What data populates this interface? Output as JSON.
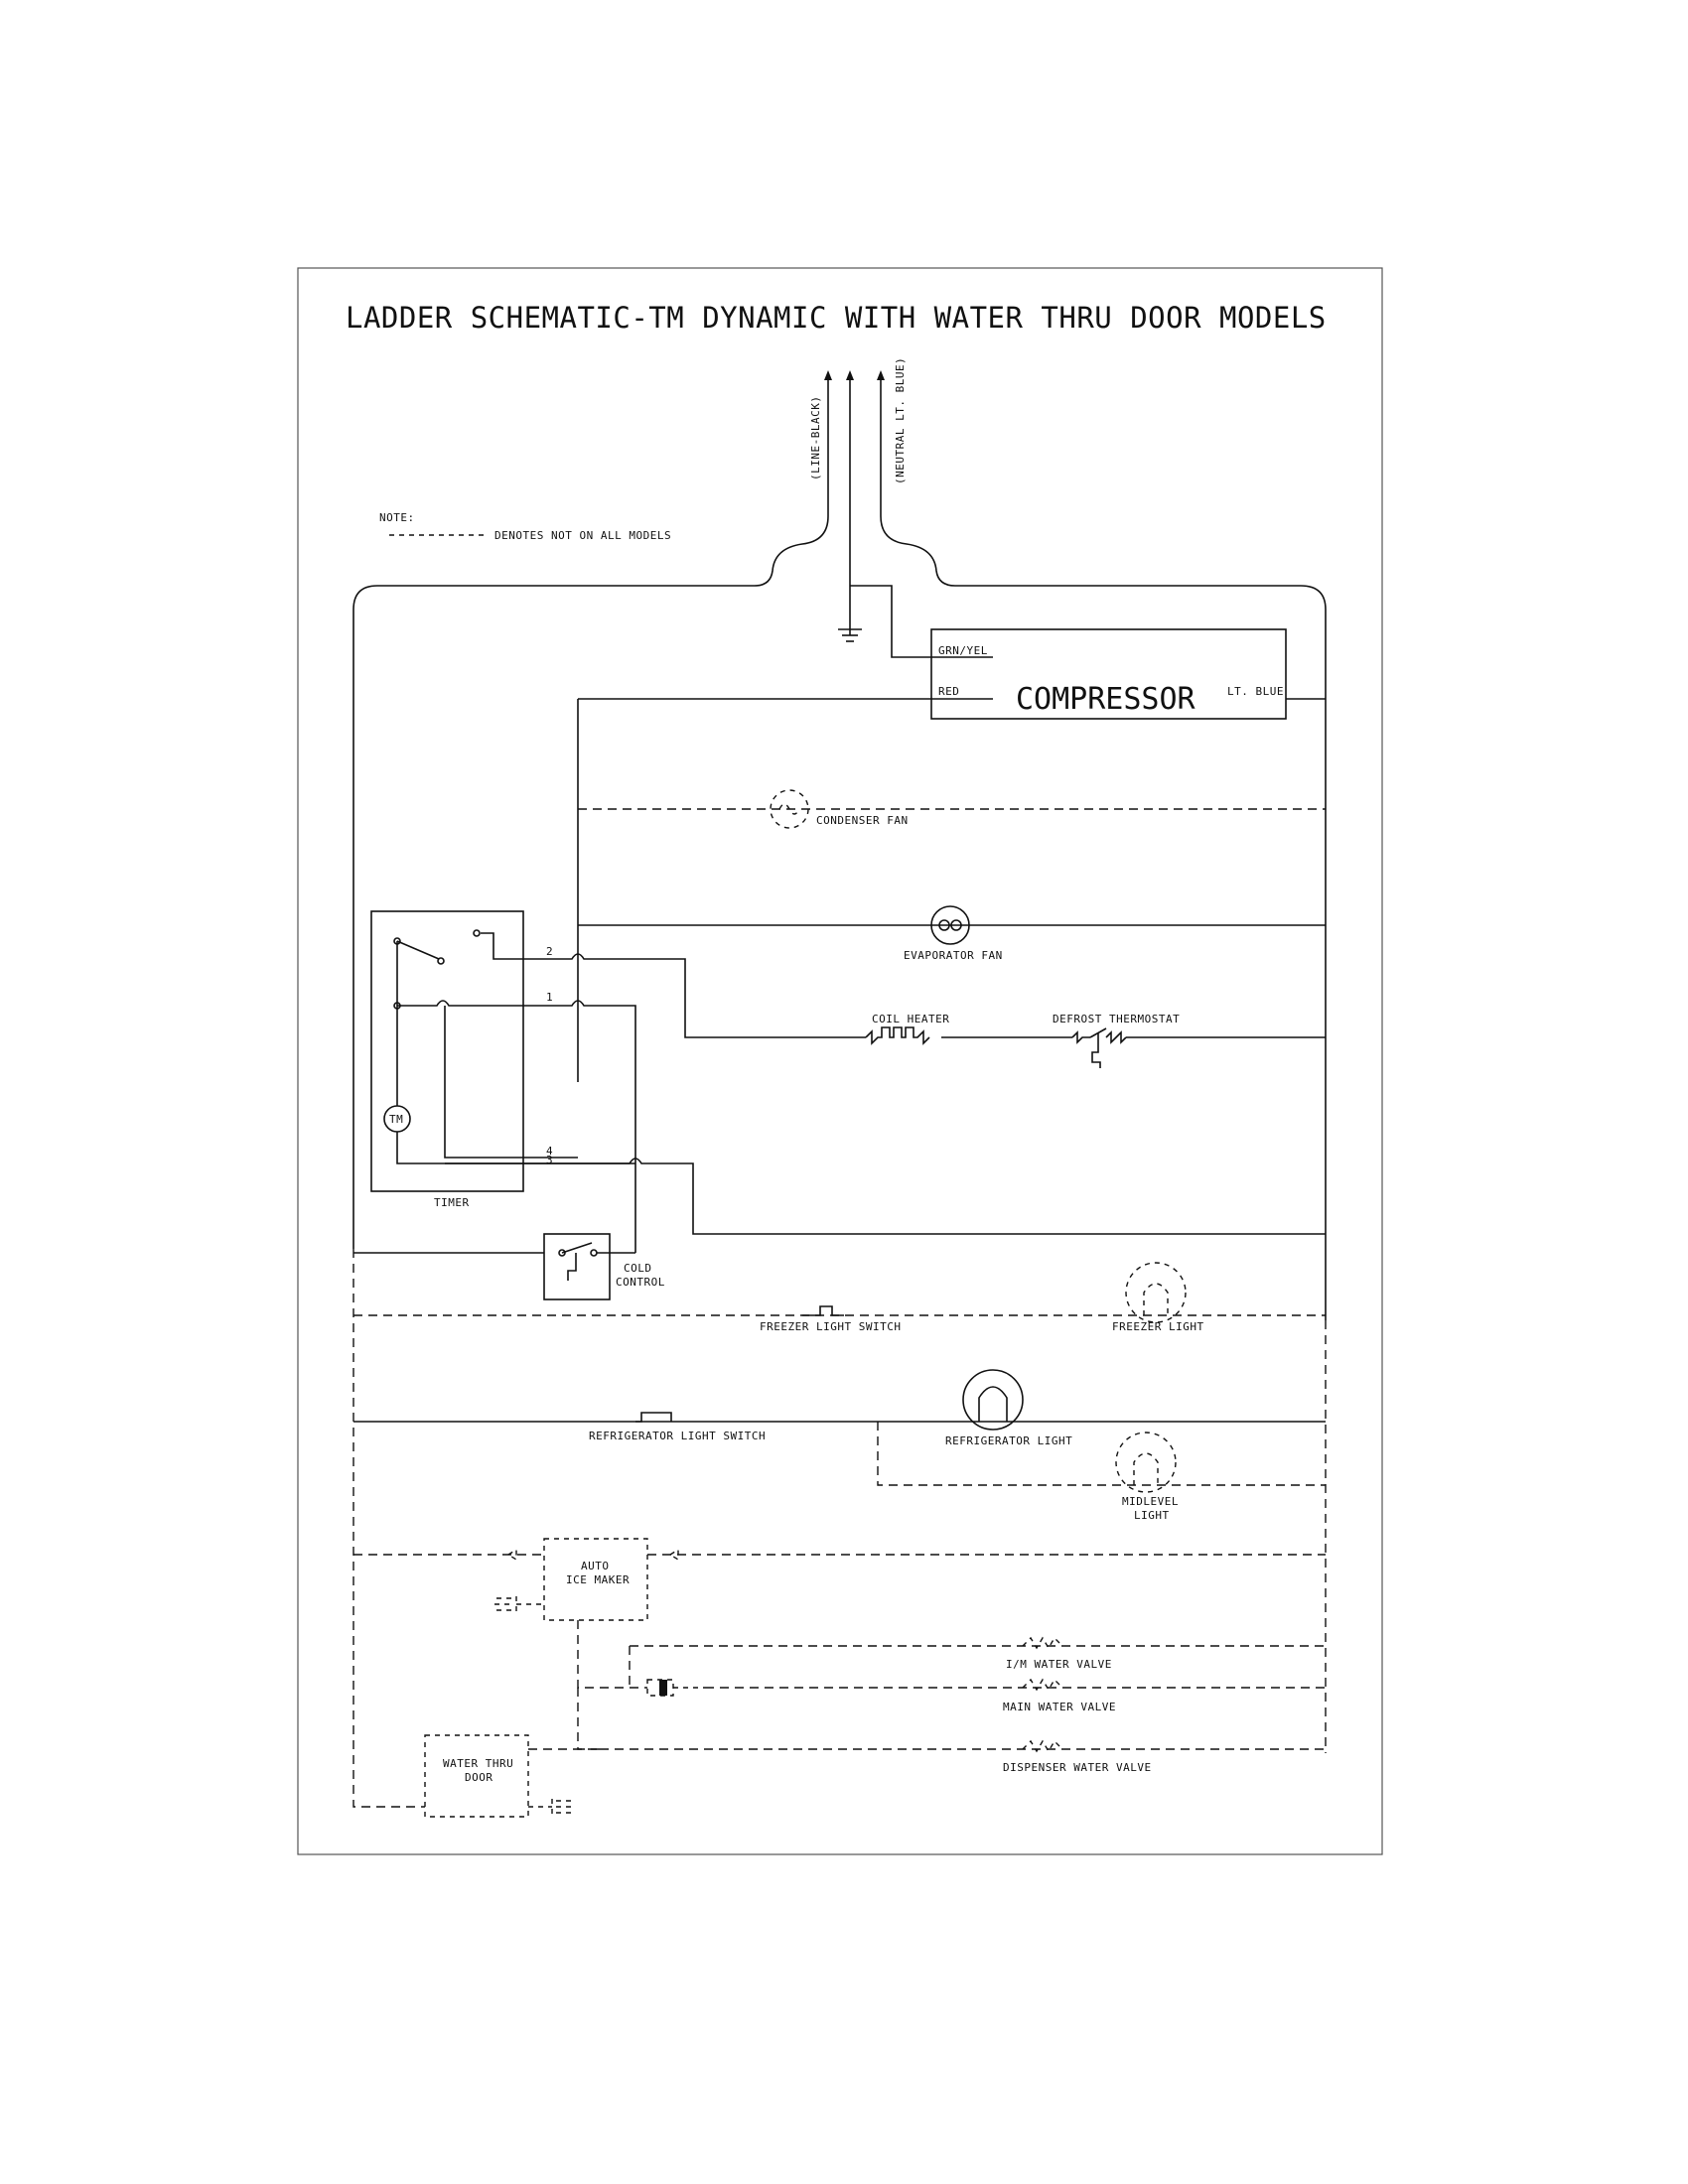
{
  "title": "LADDER SCHEMATIC-TM DYNAMIC WITH WATER THRU DOOR MODELS",
  "note": {
    "heading": "NOTE:",
    "text": "DENOTES NOT ON ALL MODELS"
  },
  "supply": {
    "line": "(LINE-BLACK)",
    "neutral": "(NEUTRAL LT. BLUE)"
  },
  "compressor": {
    "name": "COMPRESSOR",
    "wire_ground": "GRN/YEL",
    "wire_red": "RED",
    "wire_blue": "LT. BLUE"
  },
  "components": {
    "condenser_fan": "CONDENSER FAN",
    "evaporator_fan": "EVAPORATOR FAN",
    "coil_heater": "COIL HEATER",
    "defrost_thermostat": "DEFROST THERMOSTAT",
    "timer": "TIMER",
    "timer_motor": "TM",
    "cold_control_1": "COLD",
    "cold_control_2": "CONTROL",
    "freezer_light_switch": "FREEZER LIGHT SWITCH",
    "freezer_light": "FREEZER LIGHT",
    "refrigerator_light_switch": "REFRIGERATOR LIGHT SWITCH",
    "refrigerator_light": "REFRIGERATOR LIGHT",
    "midlevel_light_1": "MIDLEVEL",
    "midlevel_light_2": "LIGHT",
    "auto_ice_maker_1": "AUTO",
    "auto_ice_maker_2": "ICE MAKER",
    "im_water_valve": "I/M WATER VALVE",
    "main_water_valve": "MAIN WATER VALVE",
    "dispenser_water_valve": "DISPENSER WATER VALVE",
    "water_thru_door_1": "WATER THRU",
    "water_thru_door_2": "DOOR"
  },
  "terminals": [
    "1",
    "2",
    "3",
    "4"
  ]
}
